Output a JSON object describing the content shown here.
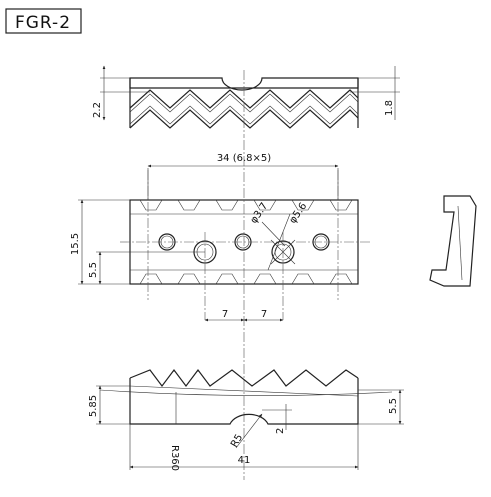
{
  "title": "FGR-2",
  "dimensions": {
    "top_left": "2.2",
    "top_right": "1.8",
    "pitch": "34 (6.8×5)",
    "height": "15.5",
    "hole_height": "5.5",
    "hole_small": "φ3.7",
    "hole_large": "φ5.6",
    "spacing_left": "7",
    "spacing_right": "7",
    "bottom_left": "5.85",
    "bottom_right": "5.5",
    "radius_large": "R360",
    "radius_small": "R5",
    "depth": "2",
    "length": "41"
  }
}
